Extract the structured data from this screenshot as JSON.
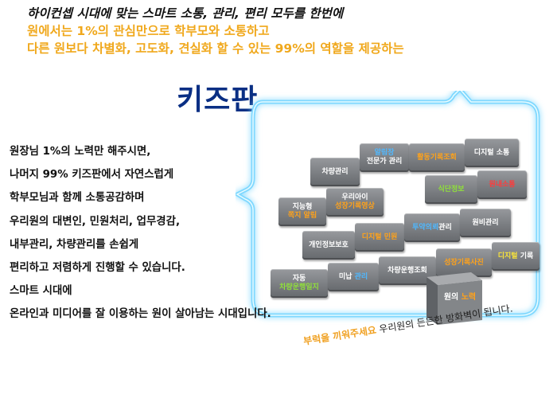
{
  "headline": {
    "line1": "하이컨셉 시대에 맞는 스마트 소통, 관리, 편리 모두를 한번에",
    "line2": "원에서는 1%의 관심만으로 학부모와 소통하고",
    "line3": "다른 원보다 차별화, 고도화, 견실화 할 수 있는 99%의 역할을 제공하는"
  },
  "brand": "키즈판",
  "body_lines": [
    "원장님 1%의 노력만 해주시면,",
    "나머지 99% 키즈판에서 자연스럽게",
    "학부모님과 함께 소통공감하며",
    "우리원의 대변인, 민원처리, 업무경감,",
    "내부관리, 차량관리를 손쉽게",
    "편리하고 저렴하게 진행할 수 있습니다.",
    "스마트 시대에",
    "온라인과 미디어를 잘 이용하는 원이 살아남는 시대입니다."
  ],
  "bricks": {
    "b1": "차량관리",
    "b2a": "알림장",
    "b2b": "전문가 관리",
    "b3": "활동기록조회",
    "b4": "디지털 소통",
    "b5a": "지능형",
    "b5b": "쪽지 알림",
    "b6a": "우리아이",
    "b6b": "성장기록영상",
    "b7": "식단정보",
    "b8": "원내소통",
    "b9": "개인정보보호",
    "b10": "디지털 민원",
    "b11a": "투약의뢰",
    "b11b": "관리",
    "b12": "원비관리",
    "b13a": "자동",
    "b13b": "차량운행일지",
    "b14a": "미납",
    "b14b": "관리",
    "b15": "차량운행조회",
    "b16": "성장기록사진",
    "b17a": "디지털",
    "b17b": "기록",
    "cube_a": "원의",
    "cube_b": "노력"
  },
  "footer": {
    "part1": "부럭을 끼워주세요",
    "part2": " 우리원의 든든한 방화벽이 됩니다."
  },
  "colors": {
    "brand": "#0a2f84",
    "accent_orange": "#f0a81c",
    "glow": "#7fd8ff"
  }
}
